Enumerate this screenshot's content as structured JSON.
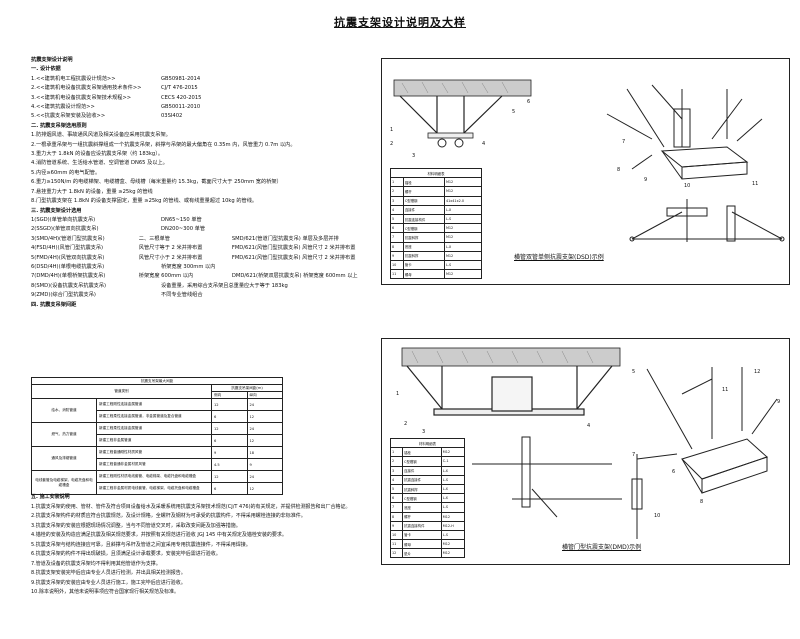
{
  "title": "抗震支架设计说明及大样",
  "left_lines": [
    {
      "t": "抗震支架设计说明",
      "h": true
    },
    {
      "t": "一. 设计依据",
      "h": true
    },
    {
      "c": [
        "1.<<建筑机电工程抗震设计规范>>",
        "GB50981-2014"
      ]
    },
    {
      "c": [
        "2.<<建筑机电设备抗震支吊架通用技术条件>>",
        "CJ/T 476-2015"
      ]
    },
    {
      "c": [
        "3.<<建筑机电设备抗震支吊架技术规程>>",
        "CECS 420-2015"
      ]
    },
    {
      "c": [
        "4.<<建筑抗震设计规范>>",
        "GB50011-2010"
      ]
    },
    {
      "c": [
        "5.<<抗震支吊架安装及验收>>",
        "03SI402"
      ]
    },
    {
      "t": "二. 抗震支吊架选用原则",
      "h": true
    },
    {
      "t": "1.防排烟风道、事故通风风道及相关设备应采用抗震支吊架。"
    },
    {
      "t": "2.一根承重吊架与一组抗震斜撑组成一个抗震支吊架，斜撑与吊架的最大偏角在 0.35m 内，风管重力 0.7m 以内。"
    },
    {
      "t": "3.重力大于 1.8kN 的设备应设抗震支吊架（约 183kg）。"
    },
    {
      "t": "4.消防管道系统、生活给水管道、空调管道 DN65 及以上。"
    },
    {
      "t": "5.内径≥60mm 的电气配管。"
    },
    {
      "t": "6.重力≥150N/m 的电缆梯架、电缆槽盒、母线槽（每米重量约 15.3kg，截面尺寸大于 250mm 宽的桥架）"
    },
    {
      "t": "7.悬挂重力大于 1.8kN 的设备，重量 ≥25kg 的管线"
    },
    {
      "t": "8.门型抗震支架在 1.8kN 的设备支撑固定，重量 ≥25kg 的管线、或有线重量超过 10kg 的管线。"
    },
    {
      "t": "三. 抗震支架设计选用",
      "h": true
    },
    {
      "c": [
        "1(SGD)(单管单向抗震支吊)",
        "DN65~150 单管"
      ]
    },
    {
      "c": [
        "2(SSGD)(单管双向抗震支吊)",
        "DN200~300 单管"
      ]
    },
    {
      "c": [
        "3(SMD/4H)(管道门型抗震支吊)",
        "二、三根单管",
        "SMD/621(管道门型抗震支吊) 单层及多层并排"
      ]
    },
    {
      "c": [
        "4(FSD/4H)(风管门型抗震支吊)",
        "风管尺寸等于 2 米并排布置",
        "FMD/621(风管门型抗震支吊) 风管尺寸 2 米并排布置"
      ]
    },
    {
      "c": [
        "5(FMD/4H)(风管双向抗震支吊)",
        "风管尺寸小于 2 米并排布置",
        "FMD/621(风管门型抗震支吊) 风管尺寸 2 米并排布置"
      ]
    },
    {
      "c": [
        "6(DSD/4H)(单根电缆抗震支吊)",
        "桥架宽度 300mm 以内"
      ]
    },
    {
      "c": [
        "7(DMD/4H)(单根桥架抗震支吊)",
        "桥架宽度 600mm 以内",
        "DMD/621(桥架双层抗震支吊) 桥架宽度 600mm 以上"
      ]
    },
    {
      "c": [
        "8(SMD)(设备抗震支吊抗震支吊)",
        "设备重量，采用综合支吊架且总重量应大于等于 183kg"
      ]
    },
    {
      "c": [
        "9(ZMD)(综合门型抗震支吊)",
        "不同专业管线组合"
      ]
    },
    {
      "t": "四. 抗震支吊架间距",
      "h": true
    }
  ],
  "spacing_table": {
    "title": "抗震支吊架最大间距",
    "header_col1": "管道类别",
    "header_col2": "抗震支吊架间距(m)",
    "subheaders": [
      "侧向",
      "纵向"
    ],
    "rows": [
      {
        "group": "给水、消防管道",
        "item": "新建工程刚性连接金属管道",
        "side": "12",
        "long": "24"
      },
      {
        "group": "",
        "item": "新建工程柔性连接金属管道，非金属管道及复合管道",
        "side": "6",
        "long": "12"
      },
      {
        "group": "燃气、热力管道",
        "item": "新建工程柔性连接金属管道",
        "side": "12",
        "long": "24"
      },
      {
        "group": "",
        "item": "新建工程非金属管道",
        "side": "6",
        "long": "12"
      },
      {
        "group": "通风及排烟管道",
        "item": "新建工程普通刚性材质风管",
        "side": "9",
        "long": "18"
      },
      {
        "group": "",
        "item": "新建工程普通非金属材质风管",
        "side": "4.5",
        "long": "9"
      },
      {
        "group": "电线套管及电缆梯架、电缆托盘和电缆槽盒",
        "item": "新建工程刚性材质电线套管、电缆梯架、电缆托盘和电缆槽盒",
        "side": "12",
        "long": "24"
      },
      {
        "group": "",
        "item": "新建工程非金属材质电线套管、电缆梯架、电缆托盘和电缆槽盒",
        "side": "6",
        "long": "12"
      }
    ]
  },
  "notes": [
    {
      "t": "五. 施工安装说明",
      "h": true
    },
    {
      "t": "1.抗震支吊架的使用、管材、管件及符合项目设备给水及采暖系统用抗震支吊架技术规范(CJ/T 476)的有关规定，并提供检测报告和出厂合格证。"
    },
    {
      "t": "2.抗震支吊架构件的材质应符合抗震规范，及设计规格，全螺杆及钢材为可承受的抗震构件，不得采用螺栓连接的非标准件。"
    },
    {
      "t": "3.抗震支吊架的安装应根据现场情况调整，当与不同管道交叉时，采取改变间距及加强等措施。"
    },
    {
      "t": "4.锚栓的安装及构造应满足抗震及相关规范要求，并按照有关规范进行验收 JGJ 145 中有关规定及锚栓安装的要求。"
    },
    {
      "t": "5.抗震支吊架与结构连接应可靠，且斜撑与吊杆及管道之间宜采用专用抗震连接件，不得采用焊接。"
    },
    {
      "t": "6.抗震支吊架的构件不得出现破损，且须满足设计承载要求，安装完毕后需进行验收。"
    },
    {
      "t": "7.管道及设备的抗震支吊架均不得利用其他管道作为支撑。"
    },
    {
      "t": "8.抗震支架安装完毕后应由专业人员进行检测，并出具相关检测报告。"
    },
    {
      "t": "9.抗震支吊架的安装应由专业人员进行施工，施工完毕后应进行验收。"
    },
    {
      "t": "10.除本说明外，其他未说明事项应符合国家现行相关规范及标准。"
    }
  ],
  "panel1": {
    "title": "横管双管单侧抗震支架(DSD)示例",
    "table_title": "材料明细表",
    "table_rows": [
      [
        "1",
        "锚栓",
        "M12"
      ],
      [
        "2",
        "螺杆",
        "M12"
      ],
      [
        "3",
        "C型槽钢",
        "41x41x2.0"
      ],
      [
        "4",
        "连接件",
        "L-X"
      ],
      [
        "5",
        "抗震连接构件",
        "L-S"
      ],
      [
        "6",
        "C型槽钢",
        "M12"
      ],
      [
        "7",
        "抗震斜撑",
        "M12"
      ],
      [
        "8",
        "底座",
        "L-X"
      ],
      [
        "9",
        "抗震斜撑",
        "M12"
      ],
      [
        "10",
        "管卡",
        "L-S"
      ],
      [
        "11",
        "螺母",
        "M12"
      ]
    ],
    "callouts": [
      "1",
      "2",
      "3",
      "4",
      "5",
      "6",
      "7",
      "8",
      "9",
      "10",
      "11"
    ]
  },
  "panel2": {
    "title": "横管门型抗震支架(DMD)示例",
    "table_title": "材料明细表",
    "table_rows": [
      [
        "1",
        "锚栓",
        "M12"
      ],
      [
        "2",
        "C型槽钢",
        "C-1"
      ],
      [
        "3",
        "连接件",
        "L-X"
      ],
      [
        "4",
        "抗震连接件",
        "L-S"
      ],
      [
        "5",
        "抗震斜撑",
        "L-X"
      ],
      [
        "6",
        "C型槽钢",
        "L-X"
      ],
      [
        "7",
        "底座",
        "L-S"
      ],
      [
        "8",
        "螺杆",
        "M12"
      ],
      [
        "9",
        "抗震连接构件",
        "M12-H"
      ],
      [
        "10",
        "管卡",
        "L-S"
      ],
      [
        "11",
        "螺母",
        "M12"
      ],
      [
        "12",
        "垫片",
        "M12"
      ]
    ],
    "callouts": [
      "1",
      "2",
      "3",
      "4",
      "5",
      "6",
      "7",
      "8",
      "9",
      "10",
      "11",
      "12"
    ]
  }
}
